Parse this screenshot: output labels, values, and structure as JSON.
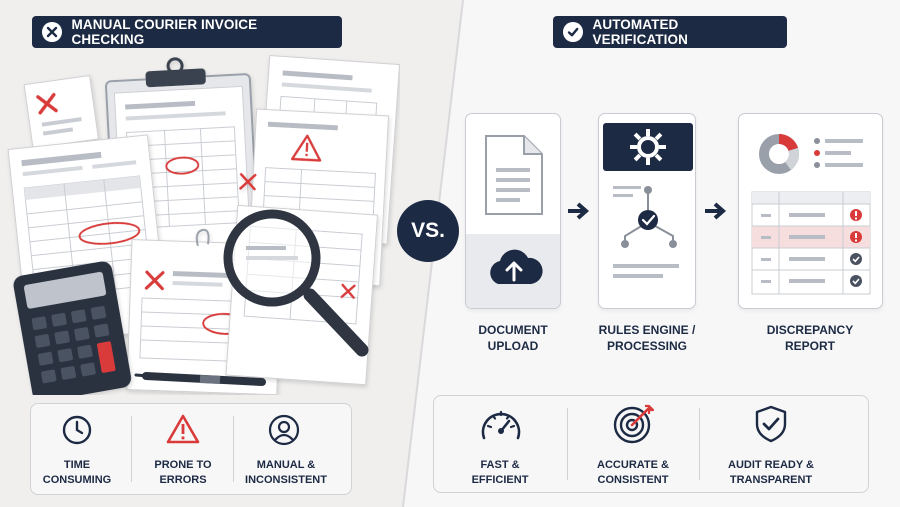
{
  "left": {
    "header": "MANUAL COURIER INVOICE CHECKING",
    "features": [
      {
        "icon": "clock-icon",
        "label_line1": "TIME",
        "label_line2": "CONSUMING"
      },
      {
        "icon": "warning-icon",
        "label_line1": "PRONE TO",
        "label_line2": "ERRORS"
      },
      {
        "icon": "user-icon",
        "label_line1": "MANUAL &",
        "label_line2": "INCONSISTENT"
      }
    ]
  },
  "vs_label": "VS.",
  "right": {
    "header": "AUTOMATED VERIFICATION",
    "steps": [
      {
        "label_line1": "DOCUMENT",
        "label_line2": "UPLOAD"
      },
      {
        "label_line1": "RULES ENGINE /",
        "label_line2": "PROCESSING"
      },
      {
        "label_line1": "DISCREPANCY",
        "label_line2": "REPORT"
      }
    ],
    "features": [
      {
        "icon": "speedometer-icon",
        "label_line1": "FAST &",
        "label_line2": "EFFICIENT"
      },
      {
        "icon": "target-icon",
        "label_line1": "ACCURATE &",
        "label_line2": "CONSISTENT"
      },
      {
        "icon": "shield-check-icon",
        "label_line1": "AUDIT READY &",
        "label_line2": "TRANSPARENT"
      }
    ]
  },
  "colors": {
    "navy": "#1d2a44",
    "red": "#d93a3a",
    "border": "#c9ccd2"
  }
}
